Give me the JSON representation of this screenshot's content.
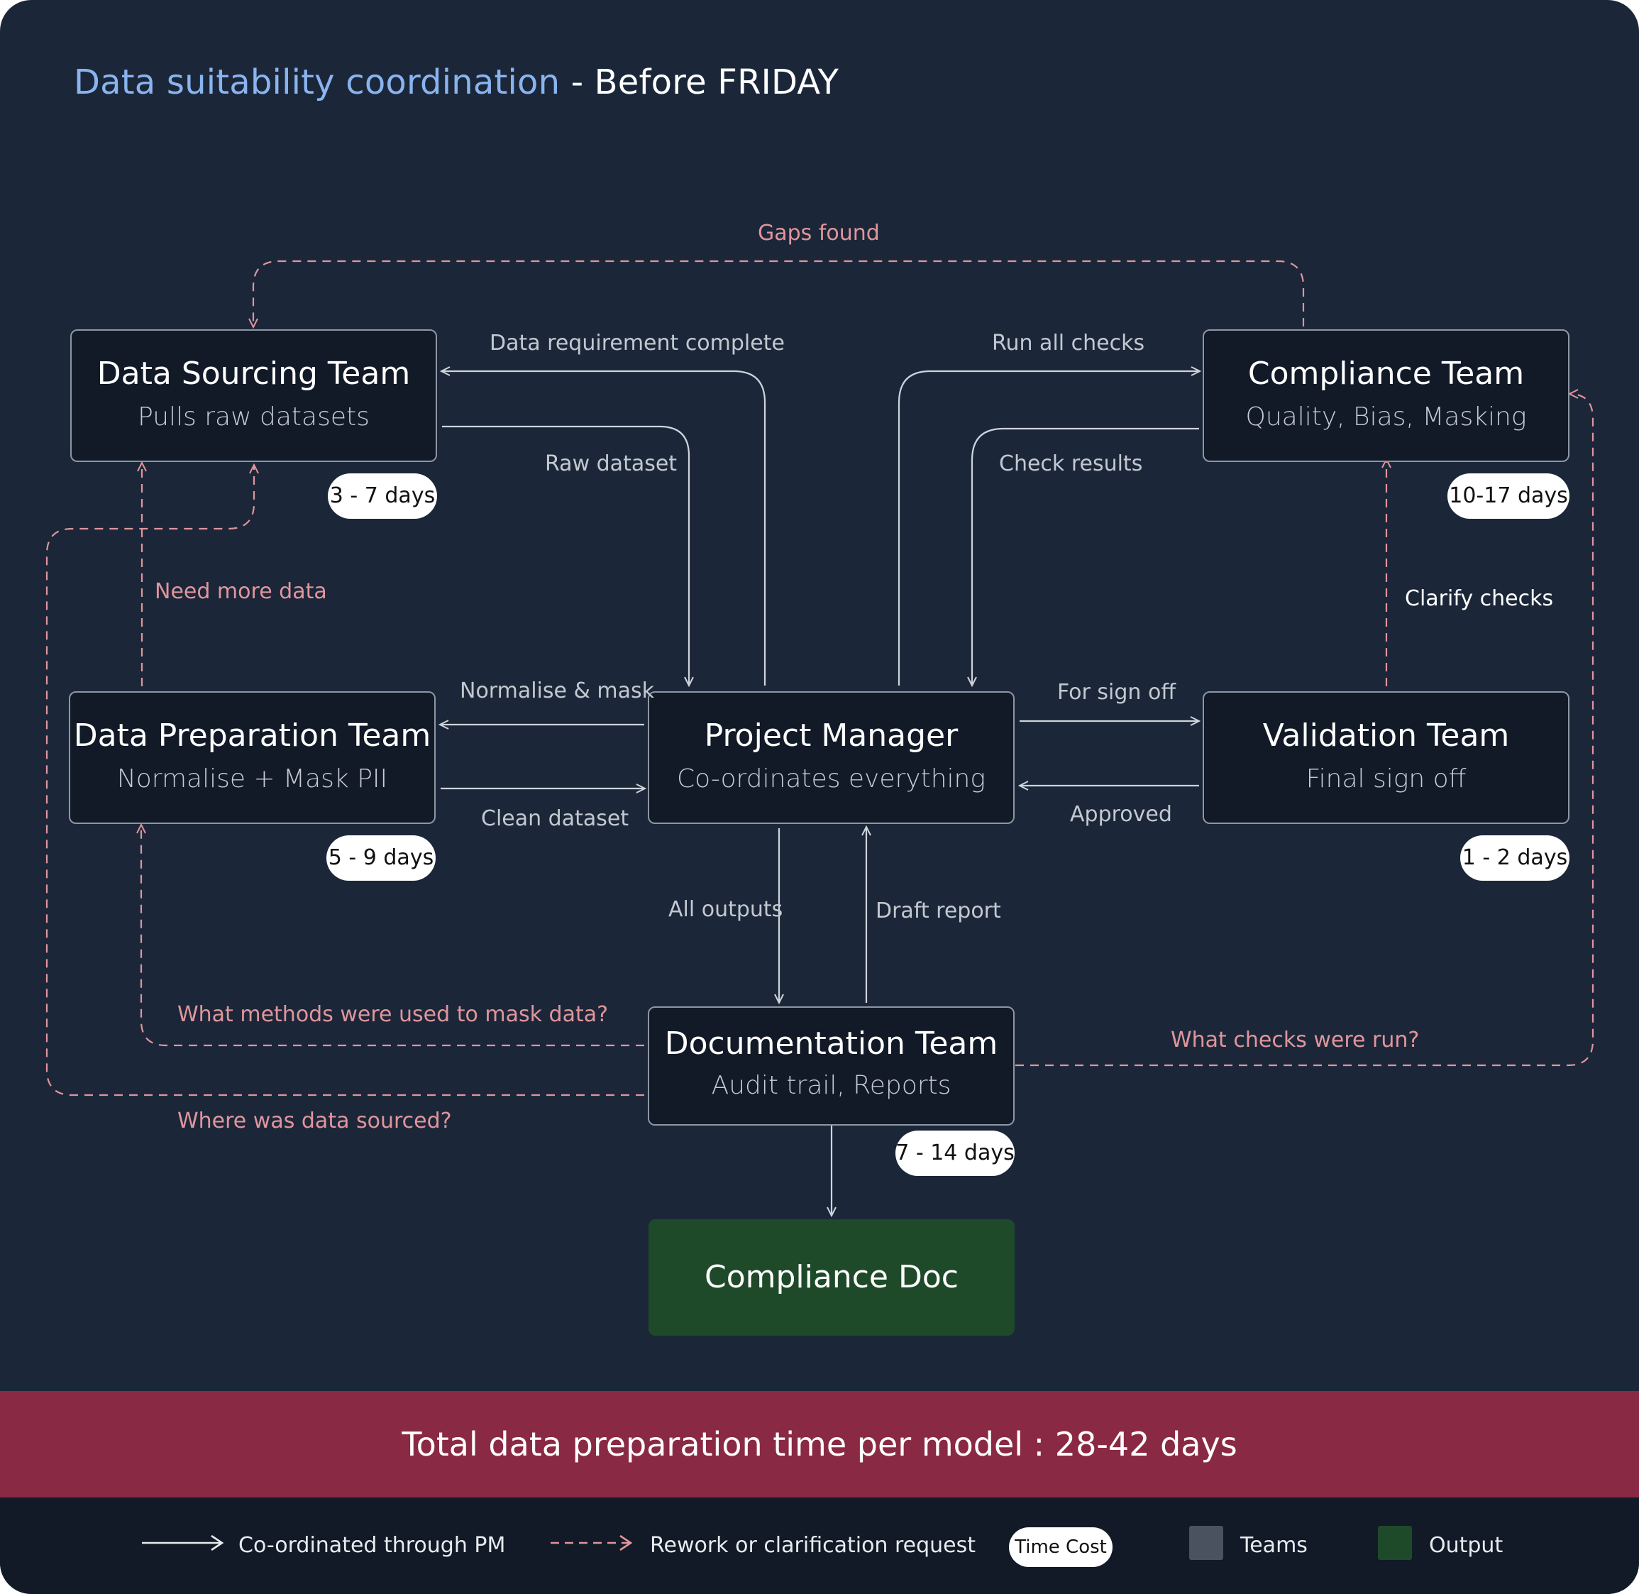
{
  "title": {
    "highlight": "Data suitability coordination",
    "rest": " - Before FRIDAY"
  },
  "colors": {
    "background": "#1b2739",
    "node_fill": "#121a27",
    "output_fill": "#1f4a2a",
    "banner": "#8a2944",
    "solid_arrow": "#cfd4db",
    "rework_arrow": "#e0959c",
    "title_highlight": "#8ab4f0",
    "teams_swatch": "#4a5260",
    "output_swatch": "#1f4a2a"
  },
  "nodes": {
    "data_sourcing": {
      "title": "Data Sourcing Team",
      "subtitle": "Pulls raw datasets",
      "time": "3 - 7 days"
    },
    "compliance": {
      "title": "Compliance Team",
      "subtitle": "Quality, Bias, Masking",
      "time": "10-17 days"
    },
    "data_preparation": {
      "title": "Data Preparation Team",
      "subtitle": "Normalise + Mask PII",
      "time": "5 - 9 days"
    },
    "project_manager": {
      "title": "Project Manager",
      "subtitle": "Co-ordinates everything"
    },
    "validation": {
      "title": "Validation Team",
      "subtitle": "Final sign off",
      "time": "1 - 2 days"
    },
    "documentation": {
      "title": "Documentation Team",
      "subtitle": "Audit trail, Reports",
      "time": "7 - 14 days"
    },
    "output": {
      "title": "Compliance Doc"
    }
  },
  "edges": {
    "gaps_found": "Gaps found",
    "data_requirement_complete": "Data requirement complete",
    "run_all_checks": "Run all checks",
    "raw_dataset": "Raw dataset",
    "check_results": "Check results",
    "need_more_data": "Need more data",
    "clarify_checks": "Clarify checks",
    "normalise_mask": "Normalise & mask",
    "for_sign_off": "For sign off",
    "clean_dataset": "Clean dataset",
    "approved": "Approved",
    "all_outputs": "All outputs",
    "draft_report": "Draft report",
    "masking_methods": "What methods were used to mask data?",
    "data_source_q": "Where was data sourced?",
    "checks_run_q": "What checks were run?"
  },
  "banner": "Total data preparation time per model : 28-42 days",
  "legend": {
    "solid": "Co-ordinated through PM",
    "dashed": "Rework or clarification request",
    "time_cost": "Time Cost",
    "teams": "Teams",
    "output": "Output"
  }
}
